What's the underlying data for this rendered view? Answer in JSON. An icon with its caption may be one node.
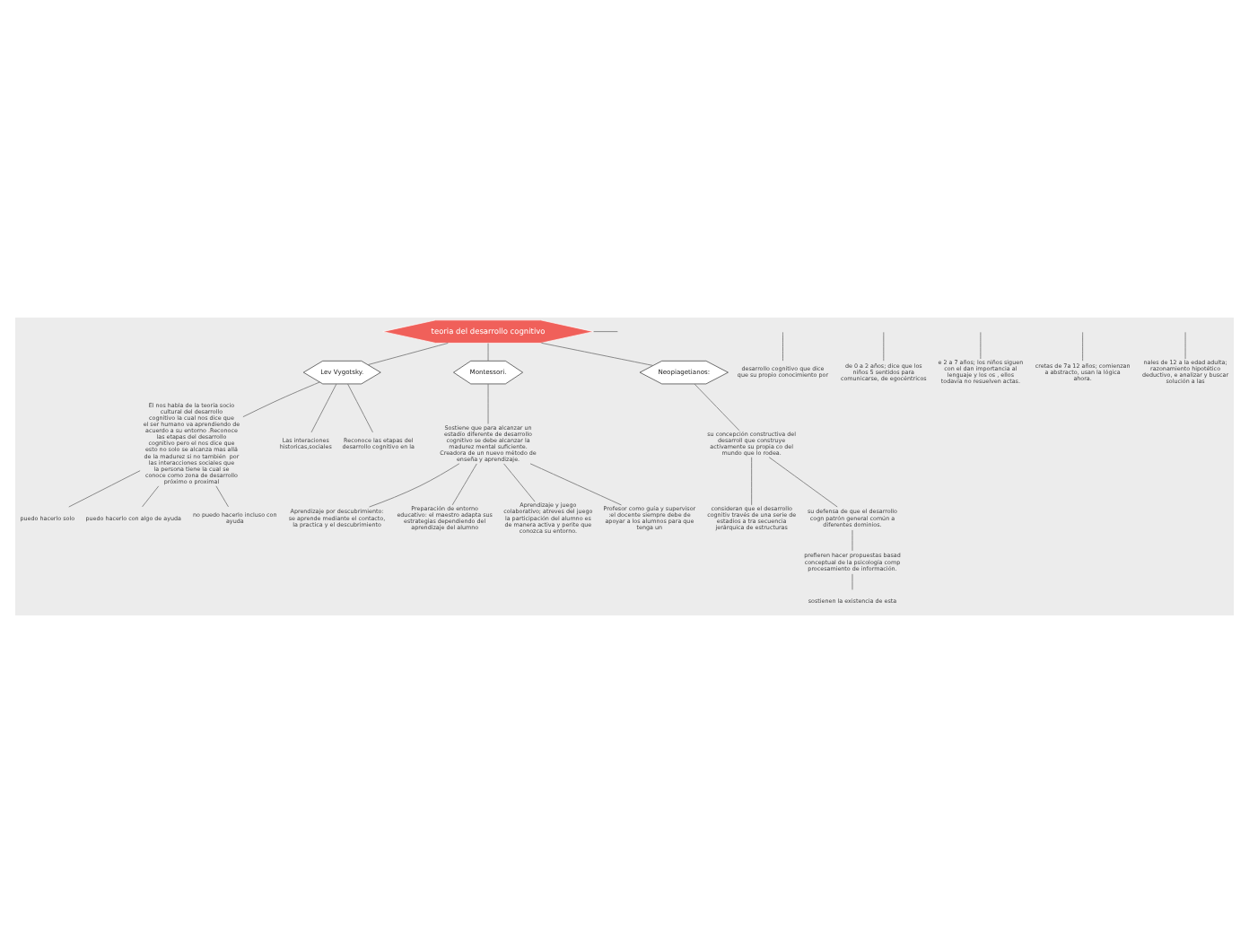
{
  "diagram": {
    "nodes": [
      {
        "text": [
          "teoria del desarrollo cognitivo"
        ]
      },
      {
        "text": [
          "desarrollo cognitivo que dice que su propio conocimiento por"
        ]
      },
      {
        "text": [
          "de 0 a 2 años; dice que los niños 5 sentidos para comunicarse, de egocéntricos"
        ]
      },
      {
        "text": [
          "e 2 a 7 años; los niños siguen con el dan importancia al lenguaje y los os , ellos todavía no resuelven actas."
        ]
      },
      {
        "text": [
          "cretas de 7a 12 años; comienzan a abstracto, usan la lógica ahora."
        ]
      },
      {
        "text": [
          "nales de 12 a la edad adulta; razonamiento hipotético deductivo, e analizar y buscar solución a las"
        ]
      },
      {
        "text": [
          "Lev Vygotsky."
        ]
      },
      {
        "text": [
          "El nos habla de la teoría socio cultural del desarrollo cognitivo la cual nos dice que el ser humano va aprendiendo de acuerdo a su entorno .Reconoce las etapas del desarrollo cognitivo pero el nos dice que esto no solo se alcanza mas allá de la madurez si no también  por las interacciones sociales que la persona tiene la cual se conoce como zona de desarrollo próximo o proximal"
        ]
      },
      {
        "text": [
          "puedo hacerlo solo"
        ]
      },
      {
        "text": [
          "puedo hacerlo con algo de ayuda"
        ]
      },
      {
        "text": [
          "no puedo hacerlo incluso con ayuda"
        ]
      },
      {
        "text": [
          "Las interaciones historicas,sociales"
        ]
      },
      {
        "text": [
          "Reconoce las etapas del desarrollo cognitivo en la"
        ]
      },
      {
        "text": [
          "Montessori."
        ]
      },
      {
        "text": [
          "Sostiene que para alcanzar un estadío diferente de desarrollo cognitivo se debe alcanzar la madurez mental suficiente.",
          "Creadora de un nuevo método de enseña y aprendizaje."
        ]
      },
      {
        "text": [
          "Aprendizaje por descubrimiento: se aprende mediante el contacto, la practica y el descubrimiento"
        ]
      },
      {
        "text": [
          "Preparación de entorno educativo: el maestro adapta sus estrategias dependiendo del aprendizaje del alumno"
        ]
      },
      {
        "text": [
          "Aprendizaje y juego colaborativo; atreves del juego la participación del alumno es de manera activa y perite que conozca su entorno."
        ]
      },
      {
        "text": [
          "Profesor como guía y supervisor :el docente siempre debe de apoyar a los alumnos para que tenga un"
        ]
      },
      {
        "text": [
          "Neopiagetianos:"
        ]
      },
      {
        "text": [
          "su concepción constructiva del desarroll que construye activamente su propia co del mundo que lo rodea."
        ]
      },
      {
        "text": [
          "consideran que el desarrollo cognitiv través de una serie de estadios a tra secuencia jerárquica de estructuras"
        ]
      },
      {
        "text": [
          "su defensa de que el desarrollo cogn patrón general común a diferentes dominios."
        ]
      },
      {
        "text": [
          "prefieren hacer propuestas basad conceptual de la psicología comp procesamiento de información."
        ]
      },
      {
        "text": [
          "sostienen la existencia de esta"
        ]
      }
    ],
    "edges": [
      {
        "from": 0,
        "to": null,
        "arrow": "none"
      },
      {
        "from": null,
        "to": 1,
        "arrow": "none"
      },
      {
        "from": null,
        "to": 2,
        "arrow": "none"
      },
      {
        "from": null,
        "to": 3,
        "arrow": "none"
      },
      {
        "from": null,
        "to": 4,
        "arrow": "none"
      },
      {
        "from": null,
        "to": 5,
        "arrow": "none"
      },
      {
        "from": 0,
        "to": 6,
        "arrow": "none"
      },
      {
        "from": 6,
        "to": 7,
        "arrow": "none"
      },
      {
        "from": 7,
        "to": 8,
        "arrow": "none"
      },
      {
        "from": 7,
        "to": 9,
        "arrow": "none"
      },
      {
        "from": 7,
        "to": 10,
        "arrow": "none"
      },
      {
        "from": 6,
        "to": 11,
        "arrow": "none"
      },
      {
        "from": 6,
        "to": 12,
        "arrow": "none"
      },
      {
        "from": 0,
        "to": 13,
        "arrow": "none"
      },
      {
        "from": 13,
        "to": 14,
        "arrow": "none"
      },
      {
        "from": 14,
        "to": 15,
        "arrow": "none"
      },
      {
        "from": 14,
        "to": 16,
        "arrow": "none"
      },
      {
        "from": 14,
        "to": 17,
        "arrow": "none"
      },
      {
        "from": 14,
        "to": 18,
        "arrow": "none"
      },
      {
        "from": 0,
        "to": 19,
        "arrow": "none"
      },
      {
        "from": 19,
        "to": 20,
        "arrow": "none"
      },
      {
        "from": 20,
        "to": 21,
        "arrow": "none"
      },
      {
        "from": 20,
        "to": 22,
        "arrow": "none"
      },
      {
        "from": 22,
        "to": 23,
        "arrow": "none"
      },
      {
        "from": 23,
        "to": 24,
        "arrow": "none"
      }
    ]
  }
}
